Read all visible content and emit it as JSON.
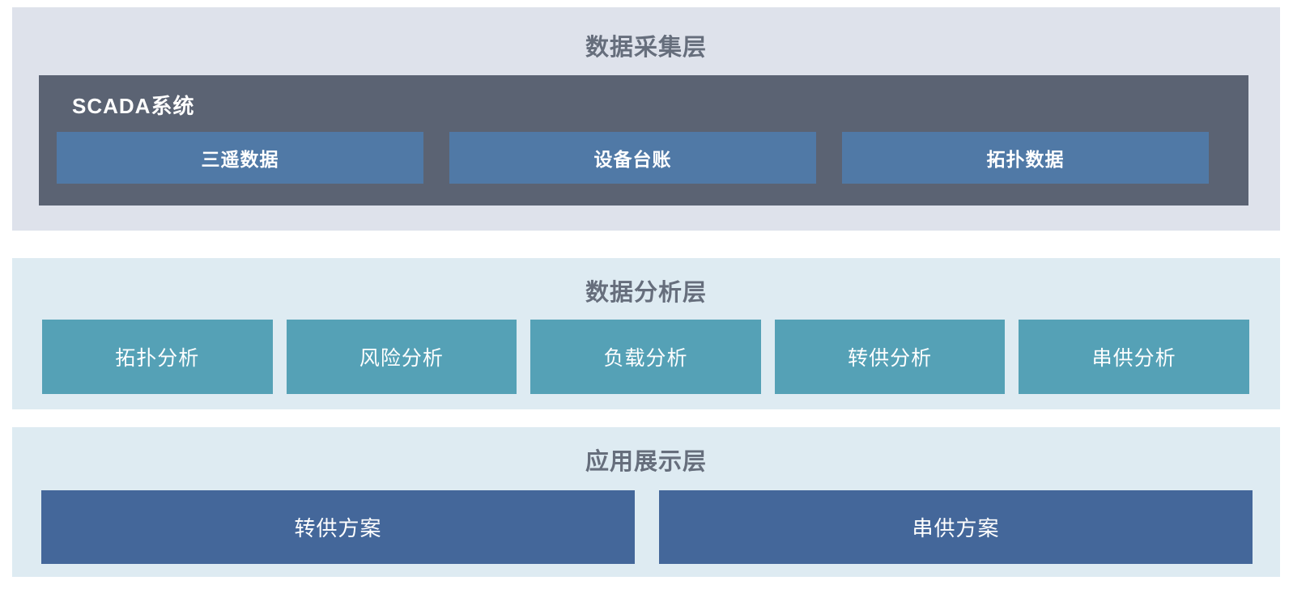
{
  "diagram": {
    "layers": {
      "collection": {
        "title": "数据采集层",
        "background": "#dee2eb",
        "scada": {
          "title": "SCADA系统",
          "background": "#5b6373",
          "box_color": "#5079a6",
          "boxes": [
            "三遥数据",
            "设备台账",
            "拓扑数据"
          ]
        }
      },
      "analysis": {
        "title": "数据分析层",
        "background": "#deebf2",
        "box_color": "#55a1b6",
        "boxes": [
          "拓扑分析",
          "风险分析",
          "负载分析",
          "转供分析",
          "串供分析"
        ]
      },
      "application": {
        "title": "应用展示层",
        "background": "#deebf2",
        "box_color": "#44679a",
        "boxes": [
          "转供方案",
          "串供方案"
        ]
      }
    },
    "text_colors": {
      "layer_title": "#666e7c",
      "box_label": "#ffffff"
    }
  }
}
